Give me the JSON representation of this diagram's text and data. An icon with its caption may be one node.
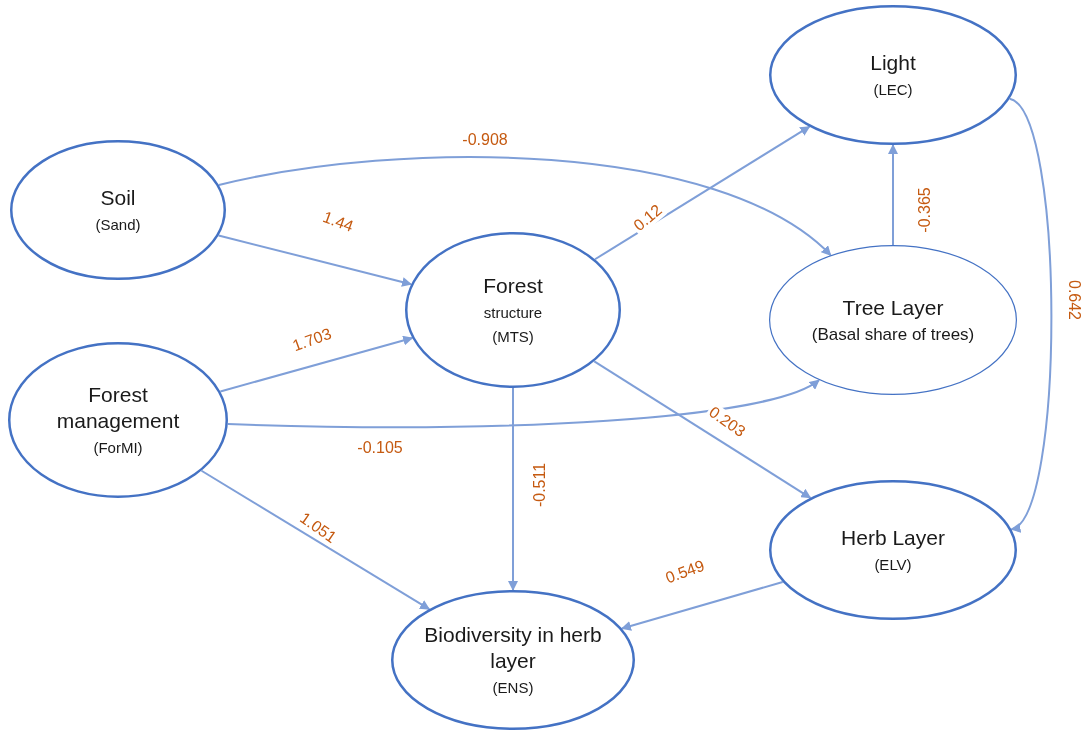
{
  "diagram": {
    "nodes": [
      {
        "text": [
          "Soil",
          "(Sand)"
        ]
      },
      {
        "text": [
          "Forest management",
          "(ForMI)"
        ]
      },
      {
        "text": [
          "Forest",
          "structure",
          "(MTS)"
        ]
      },
      {
        "text": [
          "Light",
          "(LEC)"
        ]
      },
      {
        "text": [
          "Tree Layer",
          "(Basal share of trees)"
        ]
      },
      {
        "text": [
          "Herb Layer",
          "(ELV)"
        ]
      },
      {
        "text": [
          "Biodiversity in herb layer",
          "(ENS)"
        ]
      }
    ],
    "edges": [
      {
        "from": 0,
        "to": 2,
        "arrow": "to",
        "label": "1.44"
      },
      {
        "from": 0,
        "to": 4,
        "arrow": "to",
        "label": "-0.908"
      },
      {
        "from": 1,
        "to": 2,
        "arrow": "to",
        "label": "1.703"
      },
      {
        "from": 1,
        "to": 4,
        "arrow": "to",
        "label": "-0.105"
      },
      {
        "from": 1,
        "to": 6,
        "arrow": "to",
        "label": "1.051"
      },
      {
        "from": 2,
        "to": 3,
        "arrow": "to",
        "label": "0.12"
      },
      {
        "from": 2,
        "to": 5,
        "arrow": "to",
        "label": "0.203"
      },
      {
        "from": 2,
        "to": 6,
        "arrow": "to",
        "label": "-0.511"
      },
      {
        "from": 4,
        "to": 3,
        "arrow": "to",
        "label": "-0.365"
      },
      {
        "from": 3,
        "to": 5,
        "arrow": "to",
        "label": "0.642"
      },
      {
        "from": 5,
        "to": 6,
        "arrow": "to",
        "label": "0.549"
      }
    ]
  }
}
